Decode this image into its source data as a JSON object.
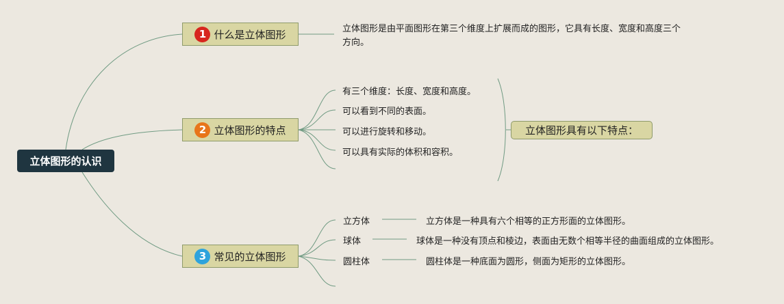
{
  "root": {
    "label": "立体图形的认识"
  },
  "branches": [
    {
      "num": "1",
      "color": "#d7261e",
      "label": "什么是立体图形",
      "description": "立体图形是由平面图形在第三个维度上扩展而成的图形，它具有长度、宽度和高度三个方向。"
    },
    {
      "num": "2",
      "color": "#e8751a",
      "label": "立体图形的特点",
      "items": [
        "有三个维度：长度、宽度和高度。",
        "可以看到不同的表面。",
        "可以进行旋转和移动。",
        "可以具有实际的体积和容积。"
      ],
      "summary": "立体图形具有以下特点："
    },
    {
      "num": "3",
      "color": "#2ea3dc",
      "label": "常见的立体图形",
      "items": [
        {
          "name": "立方体",
          "desc": "立方体是一种具有六个相等的正方形面的立体图形。"
        },
        {
          "name": "球体",
          "desc": "球体是一种没有顶点和棱边，表面由无数个相等半径的曲面组成的立体图形。"
        },
        {
          "name": "圆柱体",
          "desc": "圆柱体是一种底面为圆形，侧面为矩形的立体图形。"
        }
      ]
    }
  ]
}
